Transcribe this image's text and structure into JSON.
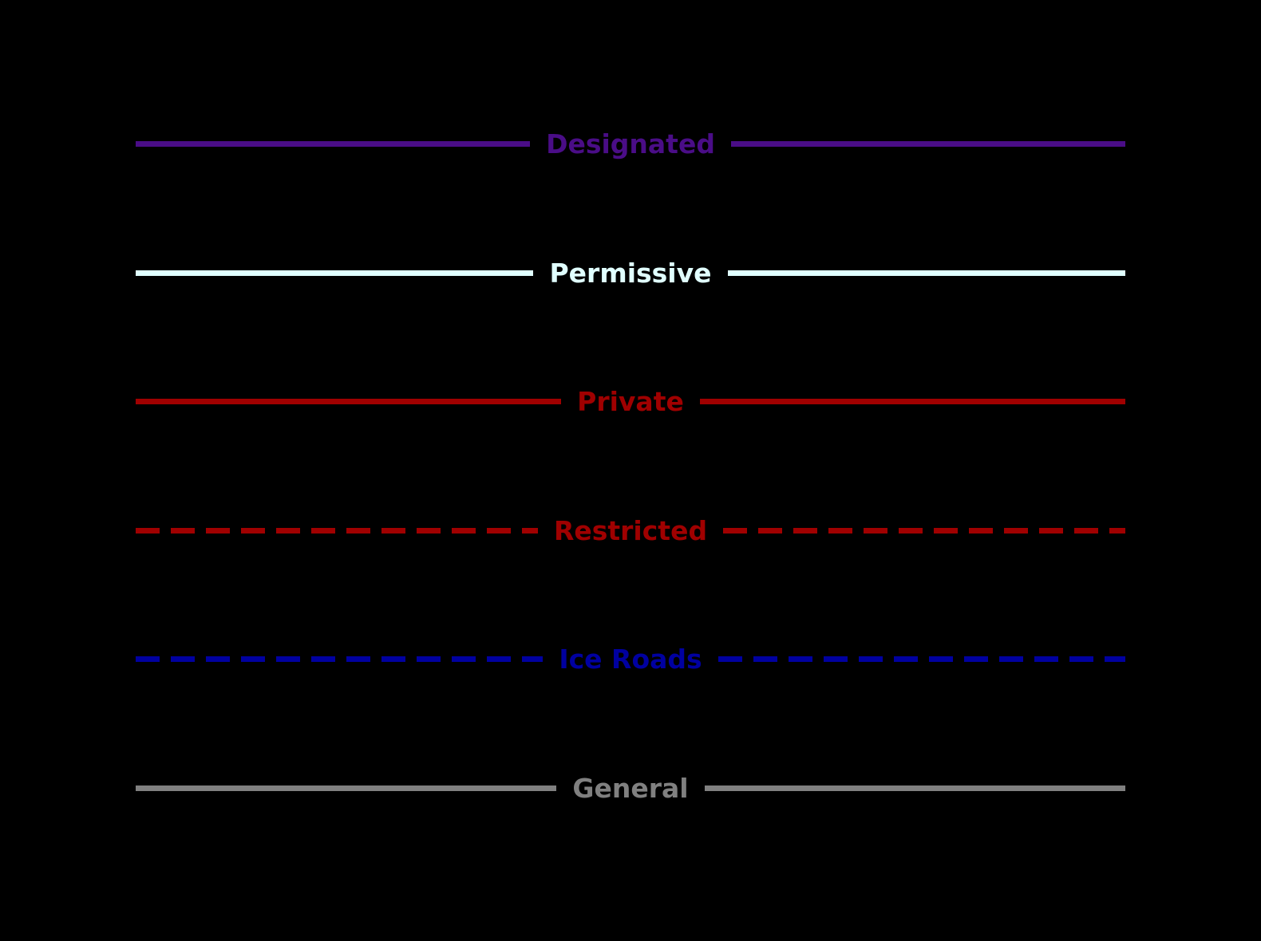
{
  "page": {
    "background": "#000000"
  },
  "legend": {
    "items": [
      {
        "label": "Designated",
        "color": "#4A0D87",
        "line_style": "solid"
      },
      {
        "label": "Permissive",
        "color": "#E0FFFF",
        "line_style": "solid"
      },
      {
        "label": "Private",
        "color": "#A00000",
        "line_style": "solid"
      },
      {
        "label": "Restricted",
        "color": "#A00000",
        "line_style": "dashed"
      },
      {
        "label": "Ice Roads",
        "color": "#0000A0",
        "line_style": "dashed"
      },
      {
        "label": "General",
        "color": "#808080",
        "line_style": "solid"
      }
    ]
  }
}
